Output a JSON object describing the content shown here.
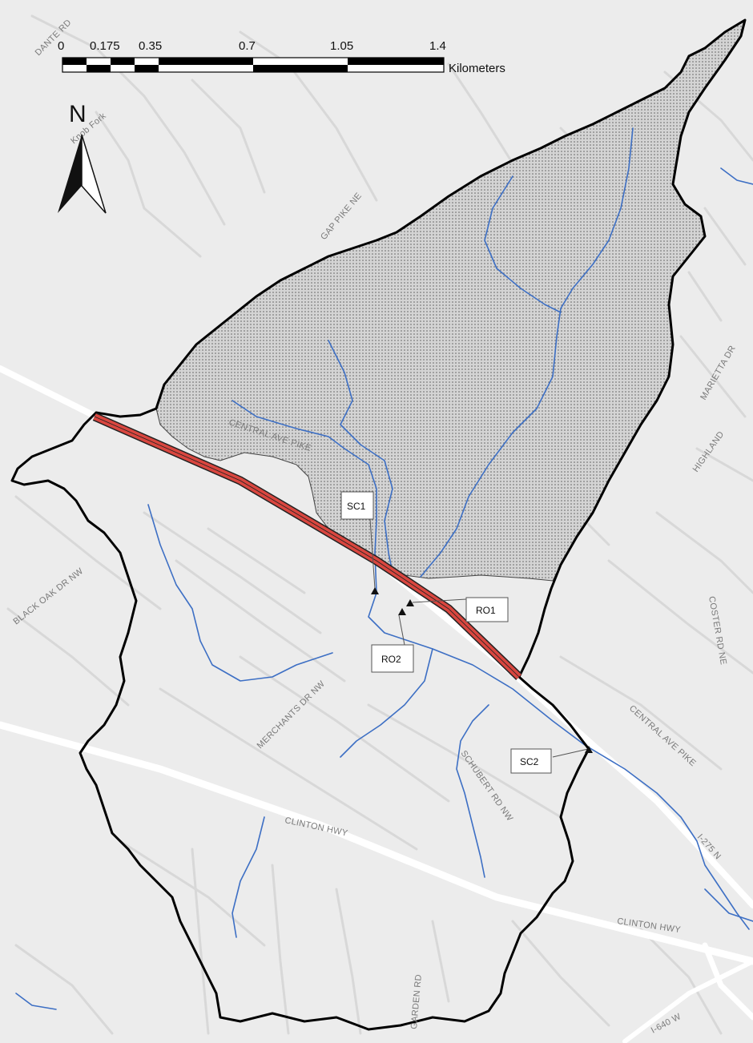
{
  "scale_bar": {
    "ticks": [
      "0",
      "0.175",
      "0.35",
      "0.7",
      "1.05",
      "1.4"
    ],
    "unit": "Kilometers"
  },
  "north_arrow": {
    "label": "N",
    "icon": "north-arrow-icon"
  },
  "sites": {
    "sc1": "SC1",
    "sc2": "SC2",
    "ro1": "RO1",
    "ro2": "RO2"
  },
  "streets": {
    "dante": "DANTE RD",
    "knob_fork": "Knob Fork",
    "gap": "GAP PIKE NE",
    "central_upper": "CENTRAL AVE PIKE",
    "black_oak": "BLACK OAK DR NW",
    "merchants": "MERCHANTS DR NW",
    "schubert": "SCHUBERT RD NW",
    "clinton1": "CLINTON HWY",
    "clinton2": "CLINTON HWY",
    "central_lower": "CENTRAL AVE PIKE",
    "i275": "I-275 N",
    "i640": "I-640 W",
    "highland": "HIGHLAND",
    "coster": "COSTER RD NE",
    "garden": "GARDEN RD",
    "marietta": "MARIETTA DR"
  },
  "colors": {
    "background": "#ececec",
    "road": "#ffffff",
    "minor_road": "#d6d6d6",
    "stream": "#3d6fc4",
    "boundary": "#000000",
    "subcatchment_fill": "#d2d2d2",
    "interstate_fill": "#d9463f"
  }
}
